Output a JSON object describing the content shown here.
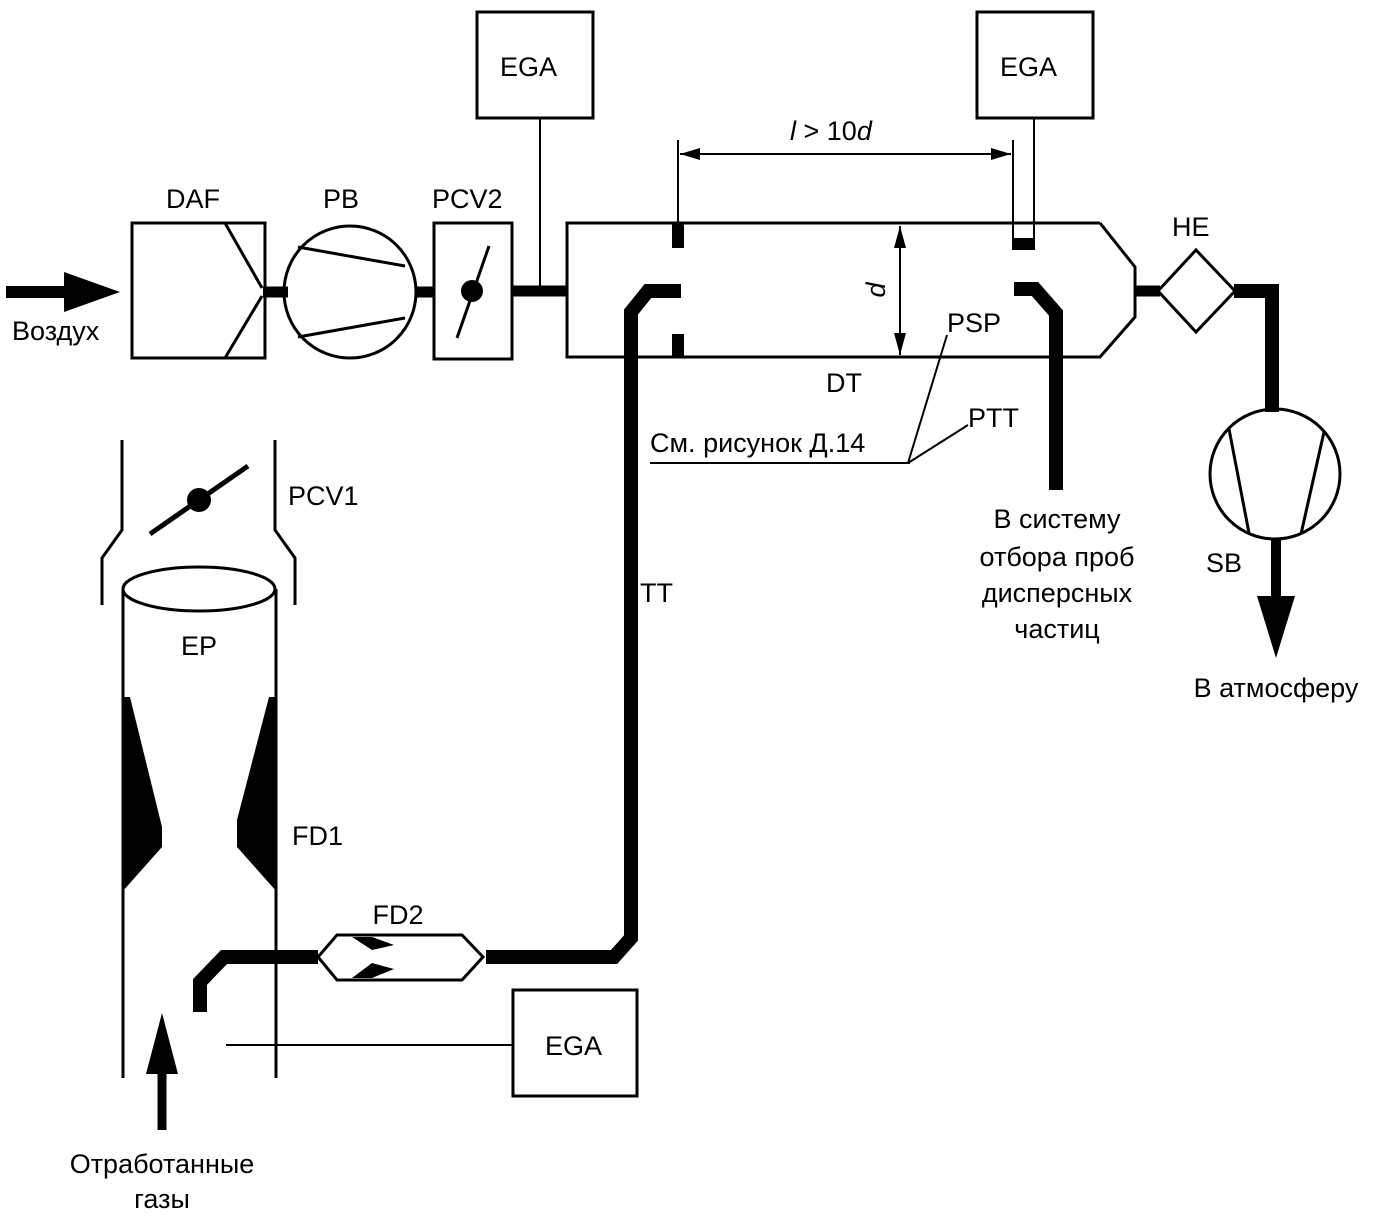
{
  "diagram": {
    "inlet_label": "Воздух",
    "components": {
      "daf": "DAF",
      "pb": "PB",
      "pcv2": "PCV2",
      "pcv1": "PCV1",
      "ega_top_left": "EGA",
      "ega_top_right": "EGA",
      "ega_bottom": "EGA",
      "he": "HE",
      "sb": "SB",
      "dt": "DT",
      "psp": "PSP",
      "ptt": "PTT",
      "tt": "TT",
      "ep": "EP",
      "fd1": "FD1",
      "fd2": "FD2"
    },
    "dimensions": {
      "length_prefix": "l",
      "length_rule": " > 10",
      "length_suffix": "d",
      "diameter": "d"
    },
    "reference_note": "См. рисунок Д.14",
    "particulate_outlet": [
      "В систему",
      "отбора проб",
      "дисперсных",
      "частиц"
    ],
    "atmosphere_outlet": "В атмосферу",
    "exhaust_inlet": [
      "Отработанные",
      "газы"
    ]
  }
}
